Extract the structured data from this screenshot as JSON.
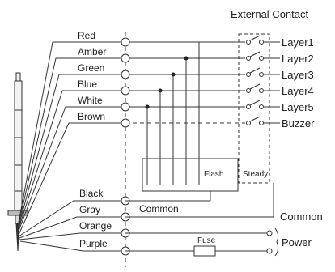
{
  "header": {
    "external_contact": "External Contact"
  },
  "wires": [
    {
      "label": "Red"
    },
    {
      "label": "Amber"
    },
    {
      "label": "Green"
    },
    {
      "label": "Blue"
    },
    {
      "label": "White"
    },
    {
      "label": "Brown"
    },
    {
      "label": "Black"
    },
    {
      "label": "Gray"
    },
    {
      "label": "Orange"
    },
    {
      "label": "Purple"
    }
  ],
  "outputs": [
    "Layer1",
    "Layer2",
    "Layer3",
    "Layer4",
    "Layer5",
    "Buzzer"
  ],
  "labels": {
    "steady": "Steady",
    "flash": "Flash",
    "common_inner": "Common",
    "common_outer": "Common",
    "fuse": "Fuse",
    "power": "Power"
  },
  "colors": {
    "line": "#333333",
    "tower_fill": "#f2f2f2",
    "base_fill": "#bbbbbb"
  }
}
